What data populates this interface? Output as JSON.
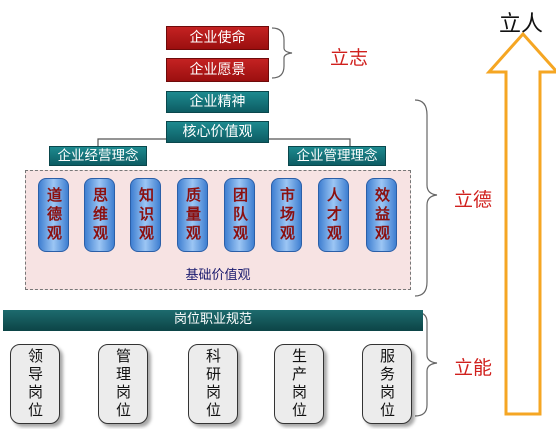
{
  "top_boxes": [
    "企业使命",
    "企业愿景"
  ],
  "spirit": "企业精神",
  "core_values": "核心价值观",
  "business_philosophy": "企业经营理念",
  "management_philosophy": "企业管理理念",
  "values": [
    "道德观",
    "思维观",
    "知识观",
    "质量观",
    "团队观",
    "市场观",
    "人才观",
    "效益观"
  ],
  "basic_values": "基础价值观",
  "job_norms": "岗位职业规范",
  "posts": [
    "领导岗位",
    "管理岗位",
    "科研岗位",
    "生产岗位",
    "服务岗位"
  ],
  "labels": {
    "zhi": "立志",
    "de": "立德",
    "neng": "立能",
    "ren": "立人"
  },
  "colors": {
    "red_box": "#b01818",
    "teal_box": "#0d5c63",
    "pill_blue": "#3f7fd1",
    "label_red": "#d0201d",
    "arrow_orange": "#f5a623",
    "panel_pink": "#f7e3e3"
  }
}
